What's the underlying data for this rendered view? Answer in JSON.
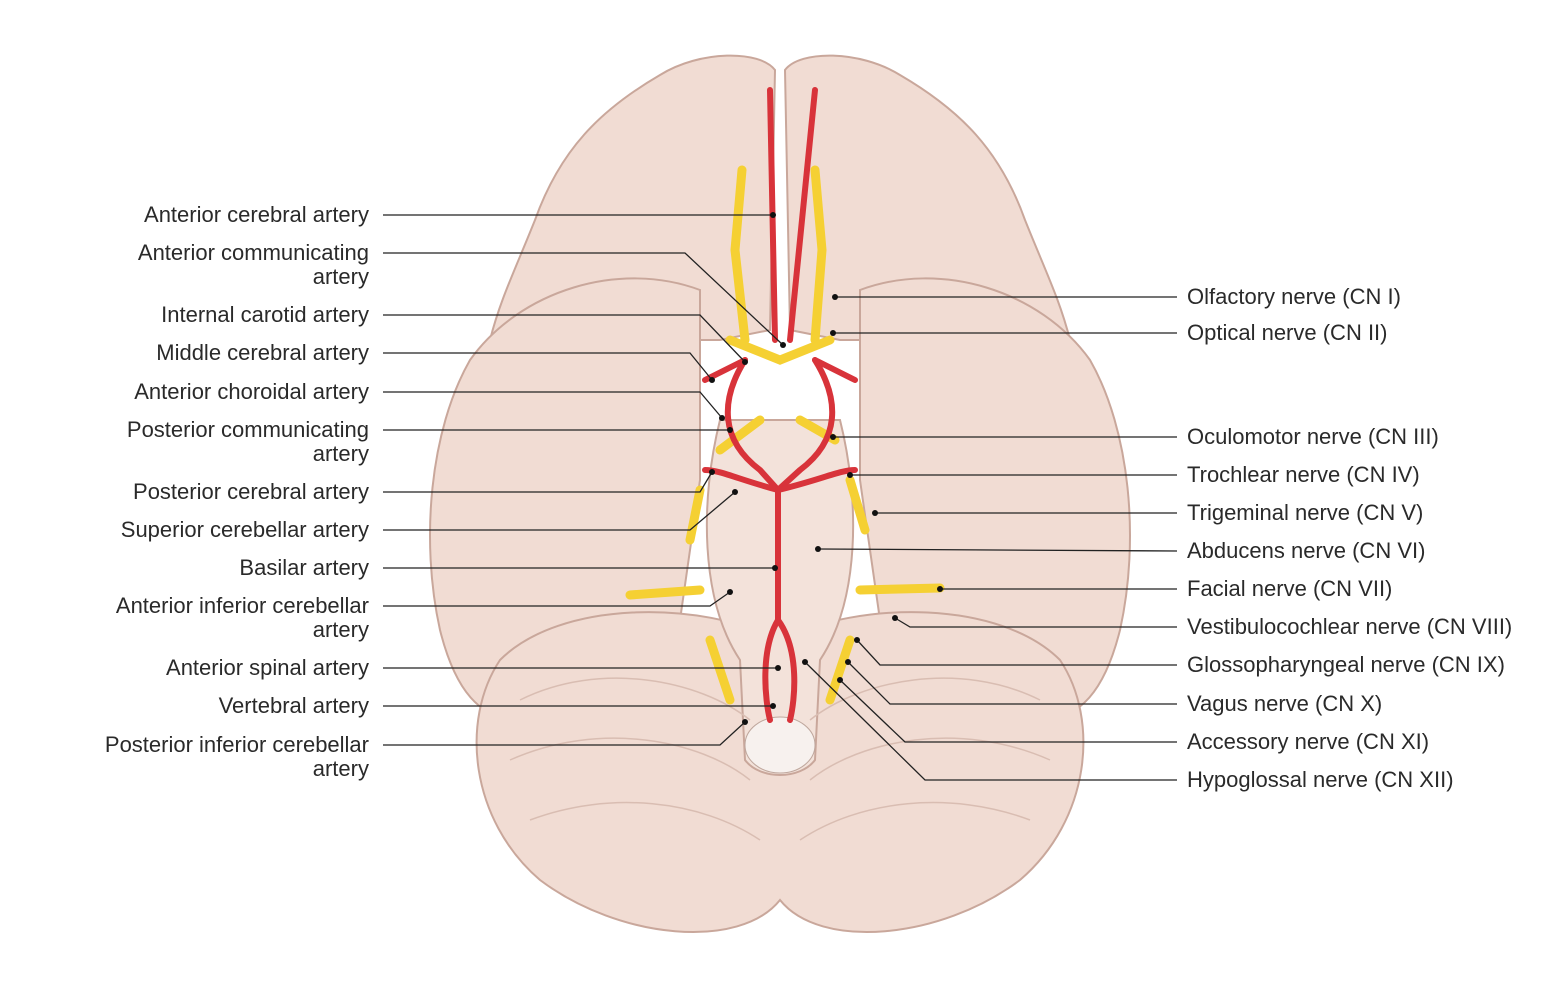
{
  "colors": {
    "brain": "#f1dcd3",
    "brain_stroke": "#c9a79b",
    "artery": "#d8333a",
    "nerve": "#f5d033",
    "line": "#222222"
  },
  "left_labels": [
    {
      "text": "Anterior cerebral artery"
    },
    {
      "text": "Anterior communicating",
      "text2": "artery"
    },
    {
      "text": "Internal carotid artery"
    },
    {
      "text": "Middle cerebral artery"
    },
    {
      "text": "Anterior choroidal artery"
    },
    {
      "text": "Posterior communicating",
      "text2": "artery"
    },
    {
      "text": "Posterior cerebral artery"
    },
    {
      "text": "Superior cerebellar artery"
    },
    {
      "text": "Basilar artery"
    },
    {
      "text": "Anterior inferior cerebellar",
      "text2": "artery"
    },
    {
      "text": "Anterior spinal artery"
    },
    {
      "text": "Vertebral artery"
    },
    {
      "text": "Posterior inferior cerebellar",
      "text2": "artery"
    }
  ],
  "right_labels": [
    {
      "text": "Olfactory nerve (CN I)"
    },
    {
      "text": "Optical nerve (CN II)"
    },
    {
      "text": "Oculomotor nerve (CN III)"
    },
    {
      "text": "Trochlear nerve (CN IV)"
    },
    {
      "text": "Trigeminal nerve (CN V)"
    },
    {
      "text": "Abducens nerve (CN VI)"
    },
    {
      "text": "Facial nerve (CN VII)"
    },
    {
      "text": "Vestibulocochlear nerve (CN VIII)"
    },
    {
      "text": "Glossopharyngeal nerve (CN IX)"
    },
    {
      "text": "Vagus nerve (CN X)"
    },
    {
      "text": "Accessory nerve (CN XI)"
    },
    {
      "text": "Hypoglossal nerve (CN XII)"
    }
  ]
}
